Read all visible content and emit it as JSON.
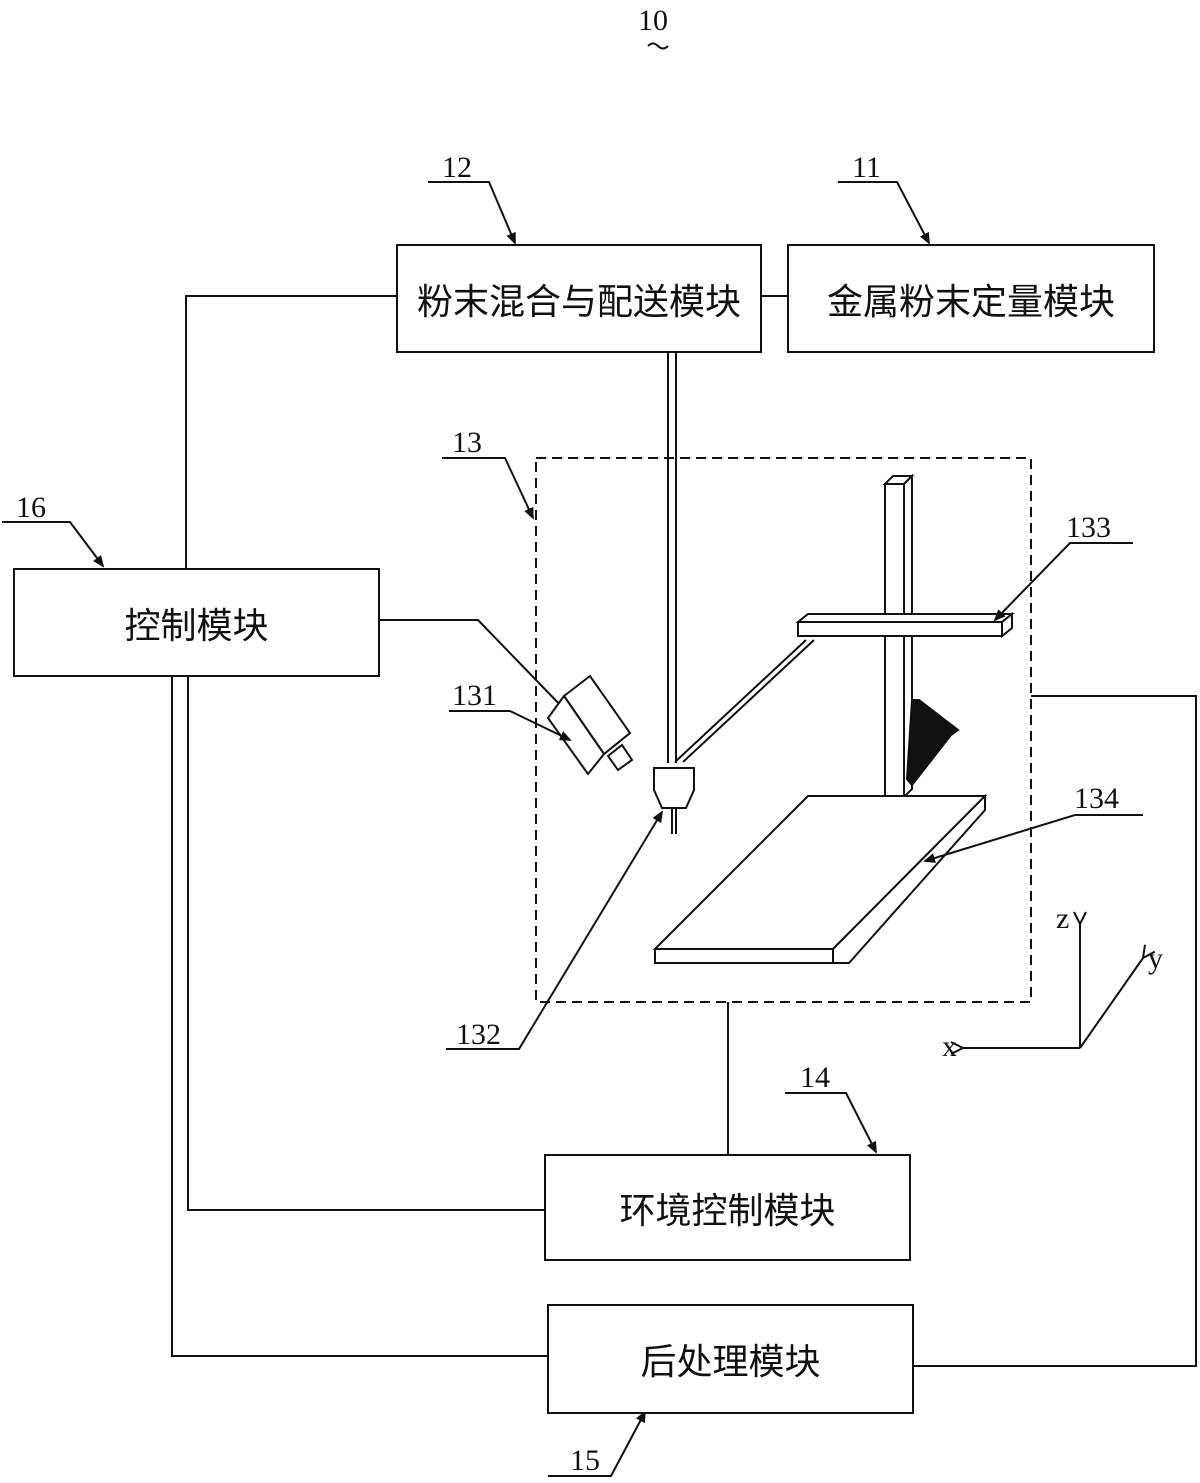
{
  "figure_ref": "10",
  "modules": {
    "control": {
      "ref": "16",
      "label": "控制模块"
    },
    "powder_mix": {
      "ref": "12",
      "label": "粉末混合与配送模块"
    },
    "metal_dosing": {
      "ref": "11",
      "label": "金属粉末定量模块"
    },
    "printing": {
      "ref": "13"
    },
    "environment": {
      "ref": "14",
      "label": "环境控制模块"
    },
    "post_processing": {
      "ref": "15",
      "label": "后处理模块"
    }
  },
  "components": {
    "camera": {
      "ref": "131"
    },
    "nozzle": {
      "ref": "132"
    },
    "gantry_arm": {
      "ref": "133"
    },
    "build_plate": {
      "ref": "134"
    }
  },
  "axes": {
    "x": "x",
    "y": "y",
    "z": "z"
  }
}
